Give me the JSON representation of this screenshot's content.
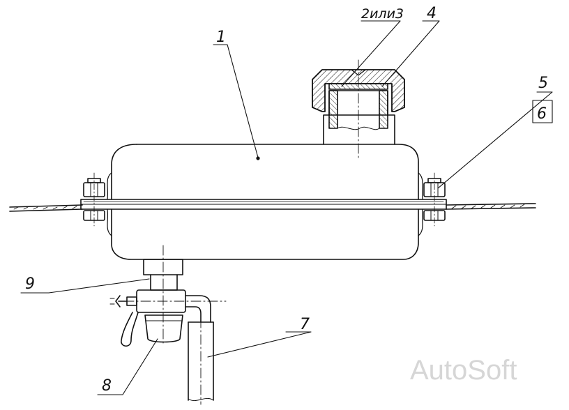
{
  "labels": {
    "tank": "1",
    "cap_variant": "2или3",
    "gasket": "4",
    "bolt": "5",
    "nut": "6",
    "drain_pipe": "7",
    "cup": "8",
    "valve": "9"
  },
  "watermark": "AutoSoft",
  "colors": {
    "line": "#111111",
    "hatch": "#222222",
    "watermark": "#d6d6d6"
  }
}
